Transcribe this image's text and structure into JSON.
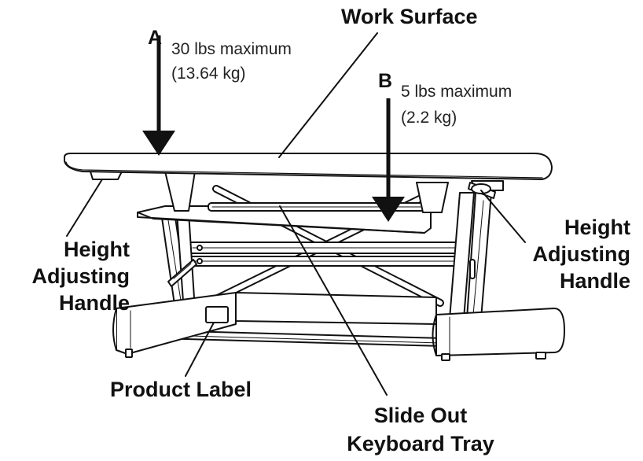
{
  "labels": {
    "work_surface": "Work Surface",
    "point_a": "A",
    "a_capacity_lbs": "30 lbs maximum",
    "a_capacity_kg": "(13.64 kg)",
    "point_b": "B",
    "b_capacity_lbs": "5 lbs maximum",
    "b_capacity_kg": "(2.2 kg)",
    "left_handle_line1": "Height",
    "left_handle_line2": "Adjusting",
    "left_handle_line3": "Handle",
    "right_handle_line1": "Height",
    "right_handle_line2": "Adjusting",
    "right_handle_line3": "Handle",
    "product_label": "Product Label",
    "tray_line1": "Slide Out",
    "tray_line2": "Keyboard Tray"
  },
  "colors": {
    "line": "#111111",
    "fill": "#ffffff",
    "shade": "#d9d9d9"
  }
}
